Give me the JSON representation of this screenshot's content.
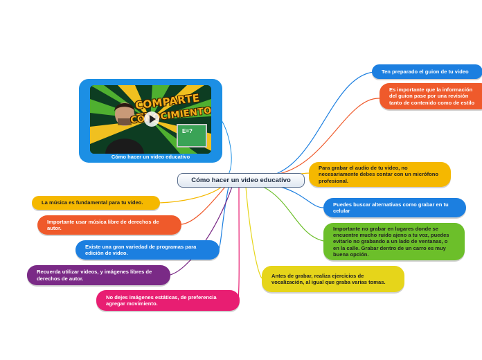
{
  "central_topic": {
    "label": "Cómo hacer un video educativo"
  },
  "video": {
    "caption": "Cómo hacer un video educativo",
    "thumbnail_text_line1": "COMPARTE TU",
    "thumbnail_text_line2": "CONOCIMIENTO!!",
    "board_text": "E=?",
    "icon": "play-icon"
  },
  "right_nodes": [
    {
      "text": "Ten preparado el guion de tu video",
      "color": "#1c7fe0",
      "text_color": "#ffffff"
    },
    {
      "text": "Es importante que la información del guion pase por una revisión tanto de contenido como de estilo",
      "color": "#ef5a2b",
      "text_color": "#ffffff"
    },
    {
      "text": "Para grabar el audio de tu video, no necesariamente debes contar con un micrófono profesional.",
      "color": "#f5b800",
      "text_color": "#222222"
    },
    {
      "text": "Puedes buscar alternativas como grabar en tu celular",
      "color": "#1c7fe0",
      "text_color": "#ffffff"
    },
    {
      "text": "Importante no grabar en lugares donde se encuentre mucho ruido ajeno a tu voz, puedes evitarlo no grabando a un lado de ventanas, o en la calle. Grabar dentro de un carro es muy buena opción.",
      "color": "#6cbf2a",
      "text_color": "#222222"
    },
    {
      "text": "Antes de grabar, realiza ejercicios de vocalización, al igual que graba varias tomas.",
      "color": "#e6d51a",
      "text_color": "#222222"
    }
  ],
  "left_nodes": [
    {
      "text": "La música es fundamental para tu video.",
      "color": "#f5b800",
      "text_color": "#222222"
    },
    {
      "text": "Importante usar música libre de derechos de autor.",
      "color": "#ef5a2b",
      "text_color": "#ffffff"
    },
    {
      "text": "Existe una gran variedad de programas para edición de video.",
      "color": "#1c7fe0",
      "text_color": "#ffffff"
    },
    {
      "text": "Recuerda utilizar videos, y imágenes libres de derechos de autor.",
      "color": "#7a2a86",
      "text_color": "#ffffff"
    },
    {
      "text": "No dejes imágenes estáticas, de preferencia agregar movimiento.",
      "color": "#e81e72",
      "text_color": "#ffffff"
    }
  ]
}
